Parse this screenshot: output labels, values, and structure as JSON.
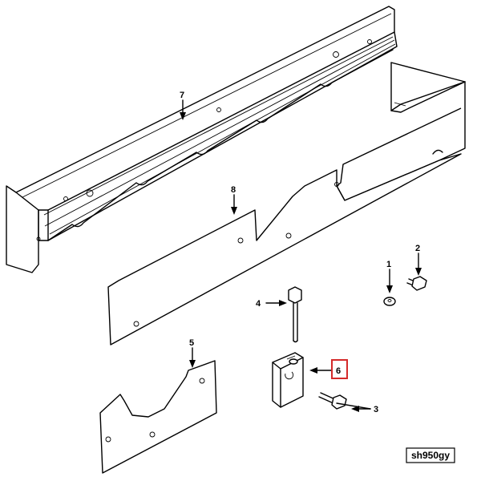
{
  "diagram": {
    "drawing_code": "sh950gy",
    "highlight_color": "#d42a2a",
    "callouts": [
      {
        "id": "c1",
        "label": "1",
        "highlighted": false
      },
      {
        "id": "c2",
        "label": "2",
        "highlighted": false
      },
      {
        "id": "c3",
        "label": "3",
        "highlighted": false
      },
      {
        "id": "c4",
        "label": "4",
        "highlighted": false
      },
      {
        "id": "c5",
        "label": "5",
        "highlighted": false
      },
      {
        "id": "c6",
        "label": "6",
        "highlighted": true
      },
      {
        "id": "c7",
        "label": "7",
        "highlighted": false
      },
      {
        "id": "c8",
        "label": "8",
        "highlighted": false
      }
    ]
  }
}
